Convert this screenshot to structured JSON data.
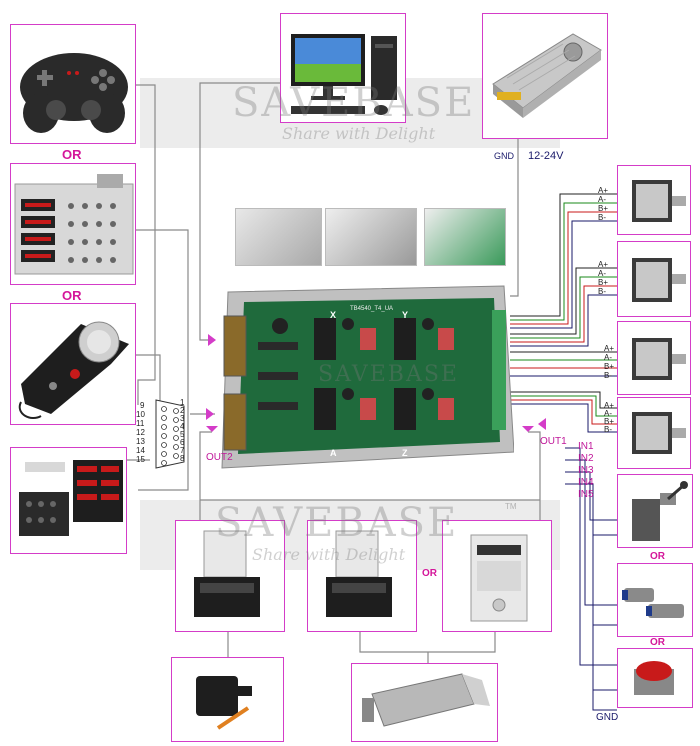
{
  "watermark": {
    "brand": "SAVEBASE",
    "tagline": "Share with Delight",
    "tm": "TM"
  },
  "labels": {
    "or": "OR",
    "gnd_top": "GND",
    "voltage": "12-24V",
    "out1": "OUT1",
    "out2": "OUT2",
    "gnd_bottom": "GND",
    "or_relay": "OR",
    "or_right1": "OR",
    "or_right2": "OR",
    "board_title": "TB4540_T4_UA",
    "axis_x": "X",
    "axis_y": "Y",
    "axis_z": "Z",
    "axis_a": "A"
  },
  "inputs": [
    "IN1",
    "IN2",
    "IN3",
    "IN4",
    "IN5"
  ],
  "motor_pins": [
    "A+",
    "A-",
    "B+",
    "B-"
  ],
  "db15_left": [
    "9",
    "10",
    "11",
    "12",
    "13",
    "14",
    "15"
  ],
  "db15_right": [
    "1",
    "2",
    "3",
    "4",
    "5",
    "6",
    "7",
    "8"
  ],
  "colors": {
    "frame": "#d43cc8",
    "line_gray": "#8a8a8a",
    "line_navy": "#1a1a6a",
    "accent": "#d4169a"
  },
  "devices": {
    "gamepad": "gamepad-image",
    "control_panel": "control-panel-image",
    "mpg_handwheel": "handwheel-image",
    "display_module": "display-module-image",
    "computer": "computer-image",
    "power_supply": "power-supply-image",
    "relay1": "relay-image",
    "relay2": "relay-image",
    "vfd": "inverter-image",
    "water_pump": "pump-image",
    "spindle": "spindle-image",
    "limit_switch": "limit-switch-image",
    "proximity_sensor": "proximity-sensor-image",
    "estop": "emergency-stop-image"
  }
}
